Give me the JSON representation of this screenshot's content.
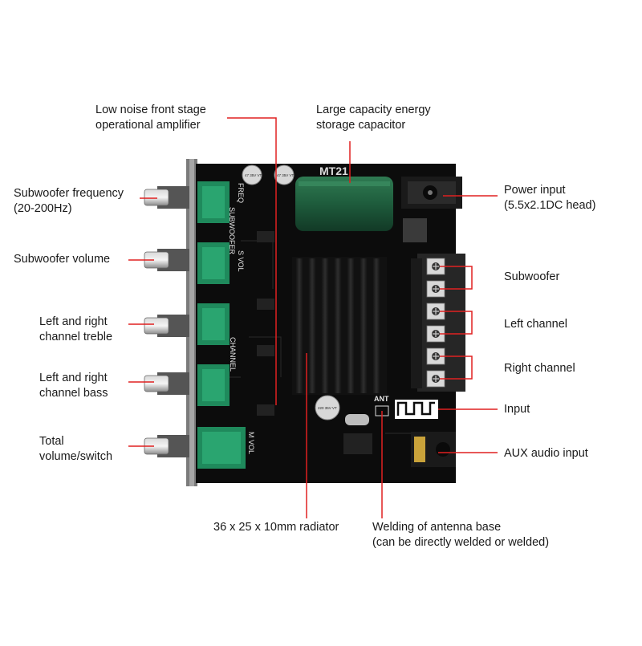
{
  "board": {
    "model": "MT21",
    "silk": {
      "freq": "FREQ",
      "subwoofer": "SUBWOOFER",
      "s_vol": "S VOL",
      "channel": "CHANNEL",
      "m_vol": "M VOL",
      "ant": "ANT",
      "cap_small_1": "47 35V VT",
      "cap_small_2": "47 35V VT",
      "cap_big": "220 35V VT"
    }
  },
  "callouts": {
    "low_noise_amp": [
      "Low noise front stage",
      "operational amplifier"
    ],
    "energy_cap": [
      "Large capacity energy",
      "storage capacitor"
    ],
    "sub_freq": [
      "Subwoofer frequency",
      "(20-200Hz)"
    ],
    "sub_volume": [
      "Subwoofer volume"
    ],
    "treble": [
      "Left and right",
      "channel treble"
    ],
    "bass": [
      "Left and right",
      "channel bass"
    ],
    "total_volume": [
      "Total",
      "volume/switch"
    ],
    "power_input": [
      "Power input",
      "(5.5x2.1DC head)"
    ],
    "subwoofer_out": [
      "Subwoofer"
    ],
    "left_channel": [
      "Left channel"
    ],
    "right_channel": [
      "Right channel"
    ],
    "input": [
      "Input"
    ],
    "aux": [
      "AUX audio input"
    ],
    "radiator": [
      "36 x 25 x 10mm radiator"
    ],
    "antenna": [
      "Welding of antenna base",
      "(can be directly welded or welded)"
    ]
  },
  "colors": {
    "callout_line": "#e02020",
    "pcb": "#0c0c0c",
    "potentiometer": "#1f8a5c",
    "capacitor": "#1e5c3c",
    "heatsink": "#1b1b1b",
    "terminal": "#262626"
  }
}
